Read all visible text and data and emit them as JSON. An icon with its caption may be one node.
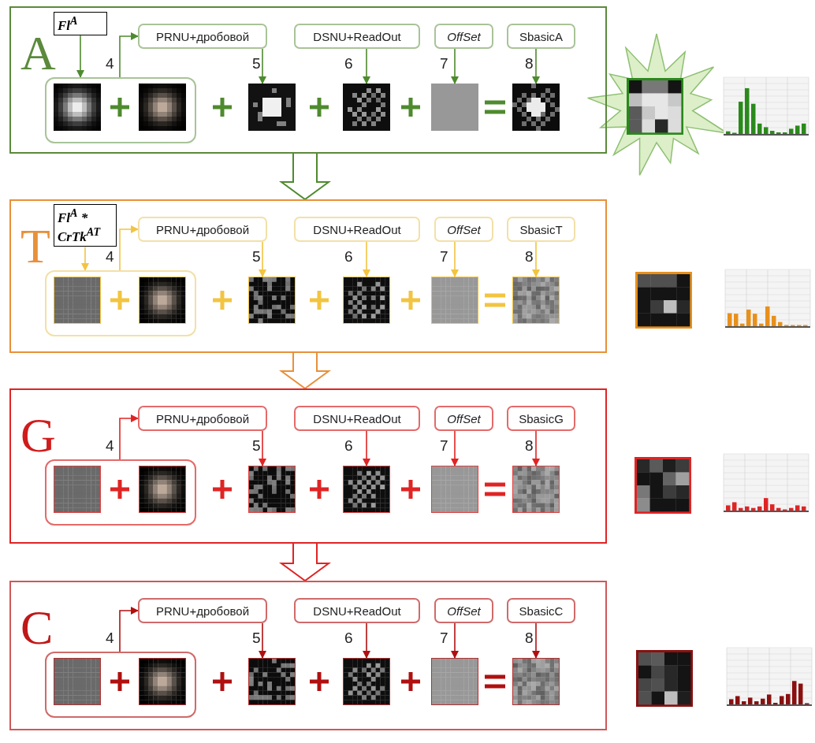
{
  "diagram": {
    "nodes": [
      {
        "text": [
          "A"
        ]
      },
      {
        "text": [
          "Fl$^{A}$"
        ],
        "in": 0
      },
      {
        "text": [
          "PRNU+дробовой"
        ],
        "in": 0
      },
      {
        "text": [
          "DSNU+ReadOut"
        ],
        "in": 0
      },
      {
        "text": [
          "OffSet"
        ],
        "in": 0
      },
      {
        "text": [
          "SbasicA"
        ],
        "in": 0
      },
      {
        "text": [],
        "shape": "box",
        "in": 0
      },
      {
        "text": [],
        "shape": "picture",
        "in": 6
      },
      {
        "text": [],
        "shape": "picture",
        "in": 6
      },
      {
        "text": [],
        "shape": "picture",
        "in": 0
      },
      {
        "text": [],
        "shape": "picture",
        "in": 0
      },
      {
        "text": [],
        "shape": "picture",
        "in": 0
      },
      {
        "text": [],
        "shape": "picture",
        "in": 0
      },
      {
        "text": [
          "T"
        ]
      },
      {
        "text": [
          "Fl$^{A}$ * CrTk$^{AT}$"
        ],
        "in": 13
      },
      {
        "text": [
          "PRNU+дробовой"
        ],
        "in": 13
      },
      {
        "text": [
          "DSNU+ReadOut"
        ],
        "in": 13
      },
      {
        "text": [
          "OffSet"
        ],
        "in": 13
      },
      {
        "text": [
          "SbasicT"
        ],
        "in": 13
      },
      {
        "text": [],
        "shape": "box",
        "in": 13
      },
      {
        "text": [],
        "shape": "picture",
        "in": 19
      },
      {
        "text": [],
        "shape": "picture",
        "in": 19
      },
      {
        "text": [],
        "shape": "picture",
        "in": 13
      },
      {
        "text": [],
        "shape": "picture",
        "in": 13
      },
      {
        "text": [],
        "shape": "picture",
        "in": 13
      },
      {
        "text": [],
        "shape": "picture",
        "in": 13
      },
      {
        "text": [
          "G"
        ]
      },
      {
        "text": [
          "PRNU+дробовой"
        ],
        "in": 26
      },
      {
        "text": [
          "DSNU+ReadOut"
        ],
        "in": 26
      },
      {
        "text": [
          "OffSet"
        ],
        "in": 26
      },
      {
        "text": [
          "SbasicG"
        ],
        "in": 26
      },
      {
        "text": [],
        "shape": "box",
        "in": 26
      },
      {
        "text": [],
        "shape": "picture",
        "in": 31
      },
      {
        "text": [],
        "shape": "picture",
        "in": 31
      },
      {
        "text": [],
        "shape": "picture",
        "in": 26
      },
      {
        "text": [],
        "shape": "picture",
        "in": 26
      },
      {
        "text": [],
        "shape": "picture",
        "in": 26
      },
      {
        "text": [],
        "shape": "picture",
        "in": 26
      },
      {
        "text": [
          "C"
        ]
      },
      {
        "text": [
          "PRNU+дробовой"
        ],
        "in": 38
      },
      {
        "text": [
          "DSNU+ReadOut"
        ],
        "in": 38
      },
      {
        "text": [
          "OffSet"
        ],
        "in": 38
      },
      {
        "text": [
          "SbasicC"
        ],
        "in": 38
      },
      {
        "text": [],
        "shape": "box",
        "in": 38
      },
      {
        "text": [],
        "shape": "picture",
        "in": 43
      },
      {
        "text": [],
        "shape": "picture",
        "in": 43
      },
      {
        "text": [],
        "shape": "picture",
        "in": 38
      },
      {
        "text": [],
        "shape": "picture",
        "in": 38
      },
      {
        "text": [],
        "shape": "picture",
        "in": 38
      },
      {
        "text": [],
        "shape": "picture",
        "in": 38
      }
    ],
    "edges": [
      {
        "from": 1,
        "to": 6,
        "arrow": "to"
      },
      {
        "from": 6,
        "to": 2,
        "arrow": "to"
      },
      {
        "from": 2,
        "to": 9,
        "arrow": "to"
      },
      {
        "from": 3,
        "to": 10,
        "arrow": "to"
      },
      {
        "from": 4,
        "to": 11,
        "arrow": "to"
      },
      {
        "from": 5,
        "to": 12,
        "arrow": "to"
      },
      {
        "from": 0,
        "to": 13,
        "arrow": "to",
        "style": "thick"
      },
      {
        "from": 14,
        "to": 19,
        "arrow": "to",
        "color": "#f2c440"
      },
      {
        "from": 19,
        "to": 15,
        "arrow": "to",
        "color": "#f2c440"
      },
      {
        "from": 15,
        "to": 22,
        "arrow": "to",
        "color": "#f2c440"
      },
      {
        "from": 16,
        "to": 23,
        "arrow": "to",
        "color": "#f2c440"
      },
      {
        "from": 17,
        "to": 24,
        "arrow": "to",
        "color": "#f2c440"
      },
      {
        "from": 18,
        "to": 25,
        "arrow": "to",
        "color": "#f2c440"
      },
      {
        "from": 13,
        "to": 26,
        "arrow": "to",
        "style": "thick",
        "color": "#e8903a"
      },
      {
        "from": 31,
        "to": 27,
        "arrow": "to",
        "color": "#e02424"
      },
      {
        "from": 27,
        "to": 34,
        "arrow": "to",
        "color": "#e02424"
      },
      {
        "from": 28,
        "to": 35,
        "arrow": "to",
        "color": "#e02424"
      },
      {
        "from": 29,
        "to": 36,
        "arrow": "to",
        "color": "#e02424"
      },
      {
        "from": 30,
        "to": 37,
        "arrow": "to",
        "color": "#e02424"
      },
      {
        "from": 26,
        "to": 38,
        "arrow": "to",
        "style": "thick",
        "color": "#e02424"
      },
      {
        "from": 43,
        "to": 39,
        "arrow": "to",
        "color": "#b01010"
      },
      {
        "from": 39,
        "to": 46,
        "arrow": "to",
        "color": "#b01010"
      },
      {
        "from": 40,
        "to": 47,
        "arrow": "to",
        "color": "#b01010"
      },
      {
        "from": 41,
        "to": 48,
        "arrow": "to",
        "color": "#b01010"
      },
      {
        "from": 42,
        "to": 49,
        "arrow": "to",
        "color": "#b01010"
      }
    ],
    "labels": [
      "4",
      "5",
      "6",
      "7",
      "8",
      "4",
      "5",
      "6",
      "7",
      "8",
      "4",
      "5",
      "6",
      "7",
      "8",
      "4",
      "5",
      "6",
      "7",
      "8"
    ]
  }
}
